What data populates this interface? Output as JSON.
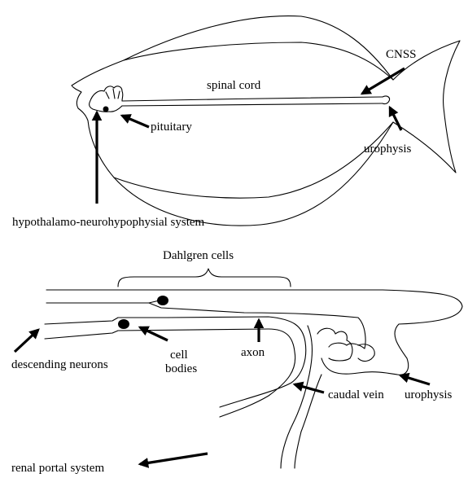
{
  "top_figure": {
    "labels": {
      "cnss": "CNSS",
      "spinal_cord": "spinal cord",
      "pituitary": "pituitary",
      "urophysis": "urophysis",
      "hns": "hypothalamo-neurohypophysial system"
    }
  },
  "bottom_figure": {
    "labels": {
      "dahlgren": "Dahlgren cells",
      "descending": "descending neurons",
      "cell_bodies_1": "cell",
      "cell_bodies_2": "bodies",
      "axon": "axon",
      "urophysis": "urophysis",
      "caudal_vein": "caudal vein",
      "renal_portal": "renal portal system"
    }
  }
}
